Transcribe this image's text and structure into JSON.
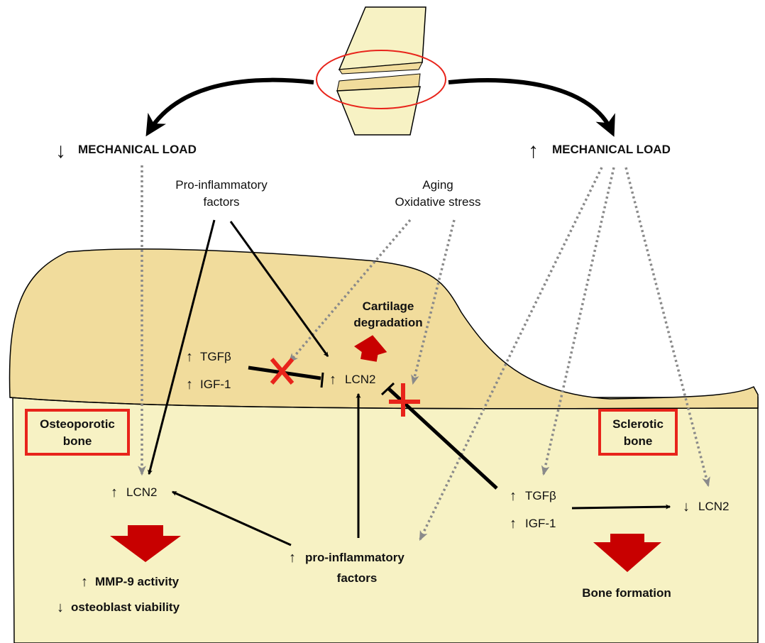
{
  "top": {
    "left": {
      "arrow": "↓",
      "label": "MECHANICAL LOAD"
    },
    "right": {
      "arrow": "↑",
      "label": "MECHANICAL LOAD"
    }
  },
  "factors": {
    "pro_inflammatory_line1": "Pro-inflammatory",
    "pro_inflammatory_line2": "factors",
    "aging_line1": "Aging",
    "aging_line2": "Oxidative stress"
  },
  "cartilage": {
    "degradation_line1": "Cartilage",
    "degradation_line2": "degradation",
    "tgf_arrow": "↑",
    "tgf": "TGFβ",
    "igf_arrow": "↑",
    "igf": "IGF-1",
    "lcn2_arrow": "↑",
    "lcn2": "LCN2"
  },
  "left_bone": {
    "box_line1": "Osteoporotic",
    "box_line2": "bone",
    "lcn2_arrow": "↑",
    "lcn2": "LCN2",
    "mmp_arrow": "↑",
    "mmp": "MMP-9 activity",
    "osteo_arrow": "↓",
    "osteo": "osteoblast viability"
  },
  "middle_bone": {
    "arrow": "↑",
    "line1": "pro-inflammatory",
    "line2": "factors"
  },
  "right_bone": {
    "box_line1": "Sclerotic",
    "box_line2": "bone",
    "tgf_arrow": "↑",
    "tgf": "TGFβ",
    "igf_arrow": "↑",
    "igf": "IGF-1",
    "lcn2_arrow": "↓",
    "lcn2": "LCN2",
    "bone_formation": "Bone formation"
  },
  "colors": {
    "bone": "#f7f2c4",
    "cartilage": "#f1dc9c",
    "red": "#c80000",
    "box_red": "#e8241b",
    "dotted": "#8a8a8a",
    "black": "#000000"
  }
}
